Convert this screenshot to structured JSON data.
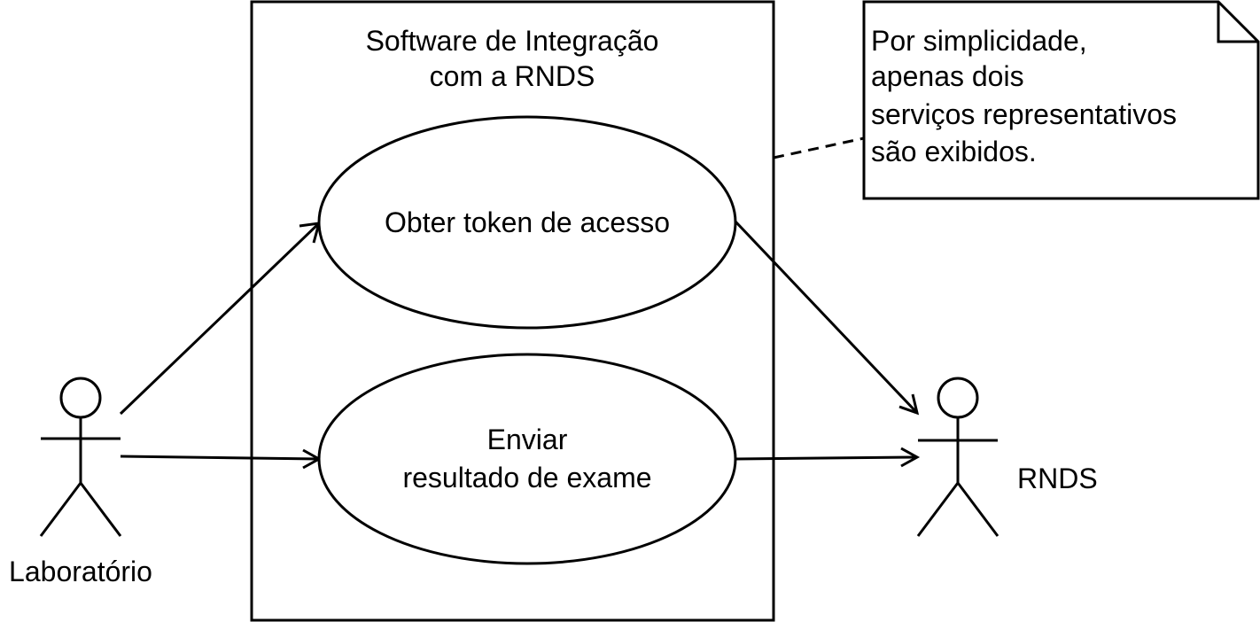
{
  "system": {
    "title_line1": "Software de Integração",
    "title_line2": "com a RNDS"
  },
  "use_cases": [
    {
      "id": "obter-token",
      "line1": "Obter token de acesso"
    },
    {
      "id": "enviar-resultado",
      "line1": "Enviar",
      "line2": "resultado de exame"
    }
  ],
  "actors": {
    "laboratorio": {
      "label": "Laboratório"
    },
    "rnds": {
      "label": "RNDS"
    }
  },
  "note": {
    "line1": "Por simplicidade,",
    "line2": "apenas dois",
    "line3": "serviços representativos",
    "line4": "são exibidos."
  },
  "colors": {
    "stroke": "#000000",
    "background": "#ffffff"
  }
}
